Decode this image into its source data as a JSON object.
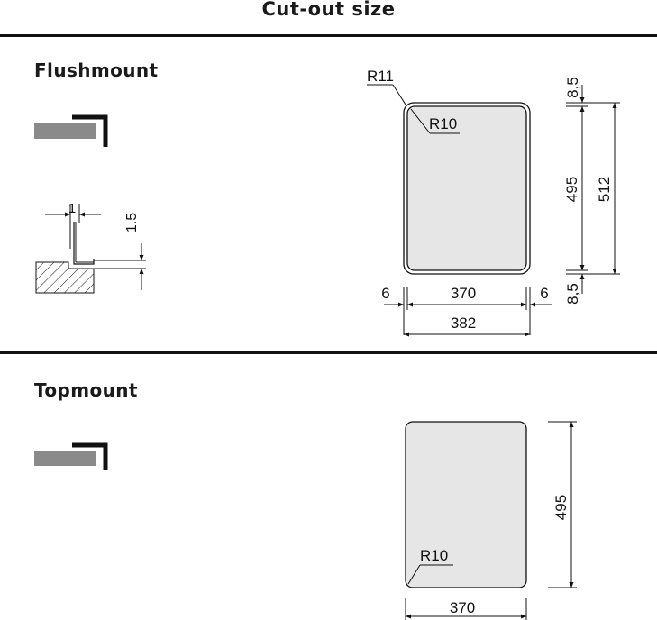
{
  "page": {
    "title": "Cut-out size"
  },
  "flushmount": {
    "label": "Flushmount",
    "detail": {
      "gap": "1",
      "depth": "1.5"
    },
    "drawing": {
      "outer_radius": "R11",
      "inner_radius": "R10",
      "top_offset": "8,5",
      "bottom_offset": "8,5",
      "inner_height": "495",
      "outer_height": "512",
      "left_offset": "6",
      "right_offset": "6",
      "inner_width": "370",
      "outer_width": "382"
    }
  },
  "topmount": {
    "label": "Topmount",
    "drawing": {
      "radius": "R10",
      "height": "495",
      "width": "370"
    }
  },
  "colors": {
    "panel_fill": "#e6e6e6",
    "line": "#111111",
    "worktop_grey": "#8a8a8a"
  }
}
